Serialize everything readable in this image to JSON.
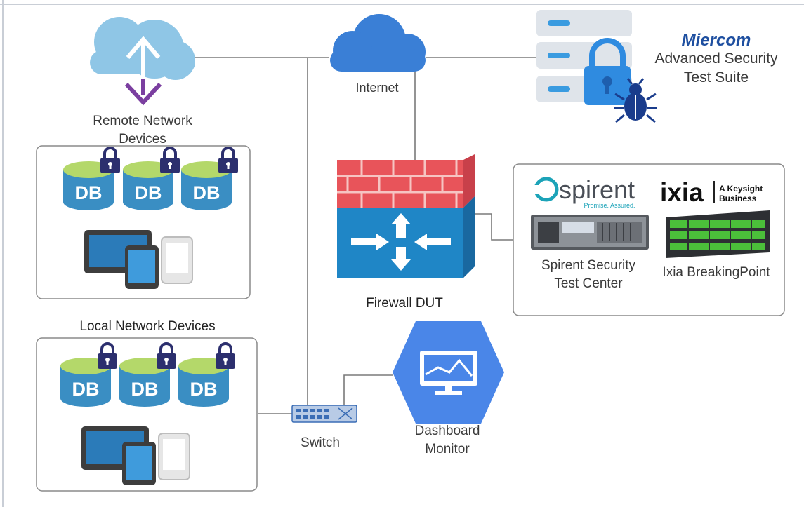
{
  "labels": {
    "remote_devices_line1": "Remote Network",
    "remote_devices_line2": "Devices",
    "internet": "Internet",
    "brand": "Miercom",
    "suite_line1": "Advanced Security",
    "suite_line2": "Test Suite",
    "firewall": "Firewall DUT",
    "local_devices": "Local Network Devices",
    "switch": "Switch",
    "dashboard_line1": "Dashboard",
    "dashboard_line2": "Monitor",
    "spirent_logo": "spirent",
    "spirent_tagline": "Promise. Assured.",
    "ixia_logo": "ixia",
    "keysight_line1": "A Keysight",
    "keysight_line2": "Business",
    "spirent_center_line1": "Spirent Security",
    "spirent_center_line2": "Test Center",
    "ixia_breakingpoint": "Ixia BreakingPoint",
    "db": "DB"
  },
  "colors": {
    "cloud_light": "#8fc6e6",
    "cloud_blue": "#3a7fd6",
    "arrow_purple": "#7b3fa0",
    "db_green": "#b4d86a",
    "db_blue": "#3a8ec3",
    "lock_navy": "#2c2f6e",
    "brick_red": "#e8545a",
    "router_blue": "#1f86c6",
    "dashboard_blue": "#4a86e8",
    "line_gray": "#7a7a7a",
    "brand_blue": "#1e4fa0"
  }
}
